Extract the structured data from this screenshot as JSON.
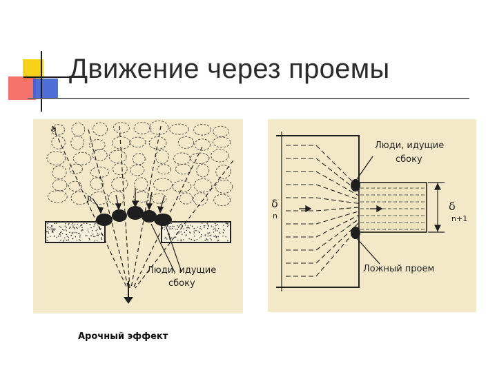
{
  "slide": {
    "title": "Движение через проемы",
    "caption": "Арочный эффект"
  },
  "diagram_left": {
    "label_a": "а",
    "label_p": "р",
    "side_people_line1": "Люди, идущие",
    "side_people_line2": "сбоку"
  },
  "diagram_right": {
    "side_people_line1": "Люди, идущие",
    "side_people_line2": "сбоку",
    "delta_n": "δ",
    "delta_n_sub": "n",
    "delta_n1": "δ",
    "delta_n1_sub": "n+1",
    "false_opening": "Ложный проем"
  },
  "colors": {
    "paper": "#f3e9c8",
    "ink": "#1f1f1f",
    "accent_yellow": "#f7d117",
    "accent_red": "#e8574f",
    "accent_blue": "#2b4fc8"
  }
}
